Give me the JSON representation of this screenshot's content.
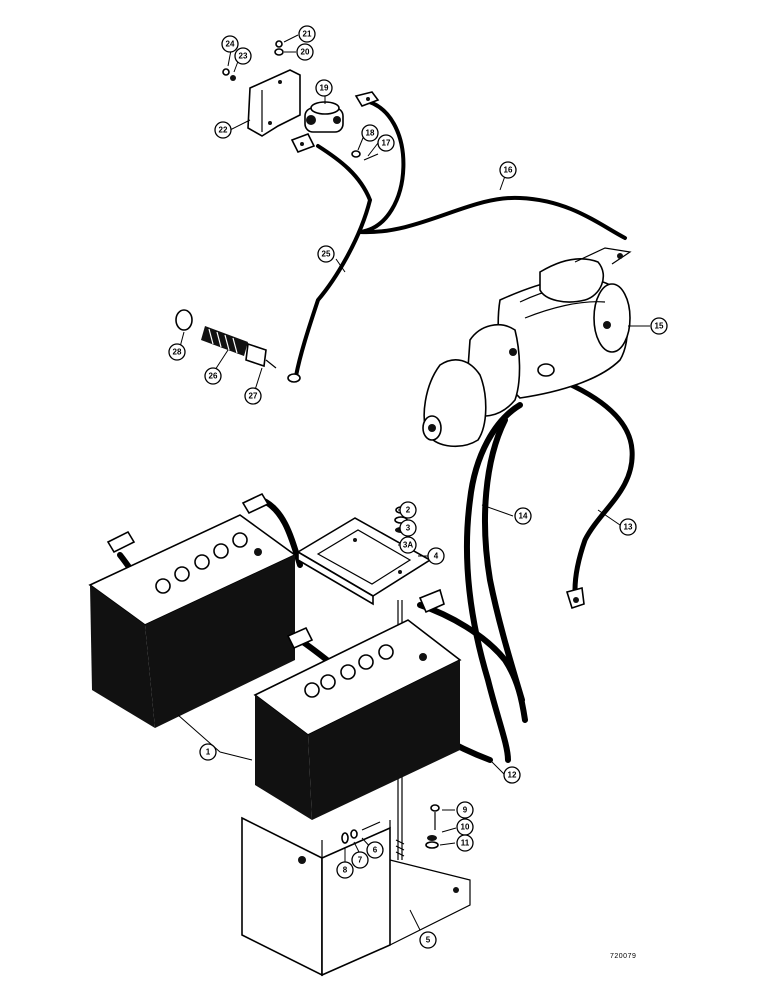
{
  "drawing_code": "720079",
  "callouts": [
    {
      "label": "1"
    },
    {
      "label": "2"
    },
    {
      "label": "3"
    },
    {
      "label": "3A"
    },
    {
      "label": "4"
    },
    {
      "label": "5"
    },
    {
      "label": "6"
    },
    {
      "label": "7"
    },
    {
      "label": "8"
    },
    {
      "label": "9"
    },
    {
      "label": "10"
    },
    {
      "label": "11"
    },
    {
      "label": "12"
    },
    {
      "label": "13"
    },
    {
      "label": "14"
    },
    {
      "label": "15"
    },
    {
      "label": "16"
    },
    {
      "label": "17"
    },
    {
      "label": "18"
    },
    {
      "label": "19"
    },
    {
      "label": "20"
    },
    {
      "label": "21"
    },
    {
      "label": "22"
    },
    {
      "label": "23"
    },
    {
      "label": "24"
    },
    {
      "label": "25"
    },
    {
      "label": "26"
    },
    {
      "label": "27"
    },
    {
      "label": "28"
    }
  ]
}
